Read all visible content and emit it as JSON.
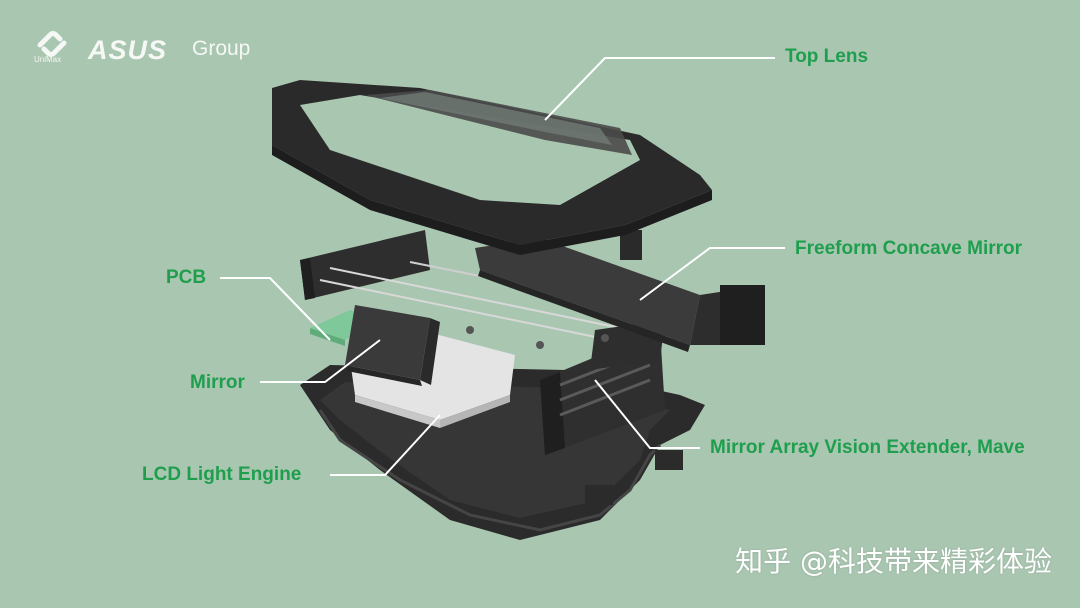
{
  "brand": {
    "unimax": "UniMax",
    "asus": "ASUS",
    "group": "Group"
  },
  "labels": {
    "top_lens": "Top Lens",
    "freeform_mirror": "Freeform Concave Mirror",
    "pcb": "PCB",
    "mirror": "Mirror",
    "lcd_engine": "LCD Light Engine",
    "mave": "Mirror Array Vision Extender, Mave"
  },
  "watermark": "知乎 @科技带来精彩体验",
  "colors": {
    "background": "#a9c6b1",
    "label_green": "#1f9f4e",
    "housing_dark": "#2b2b2b",
    "pcb_green": "#7fc89a",
    "engine_white": "#e4e4e4"
  }
}
